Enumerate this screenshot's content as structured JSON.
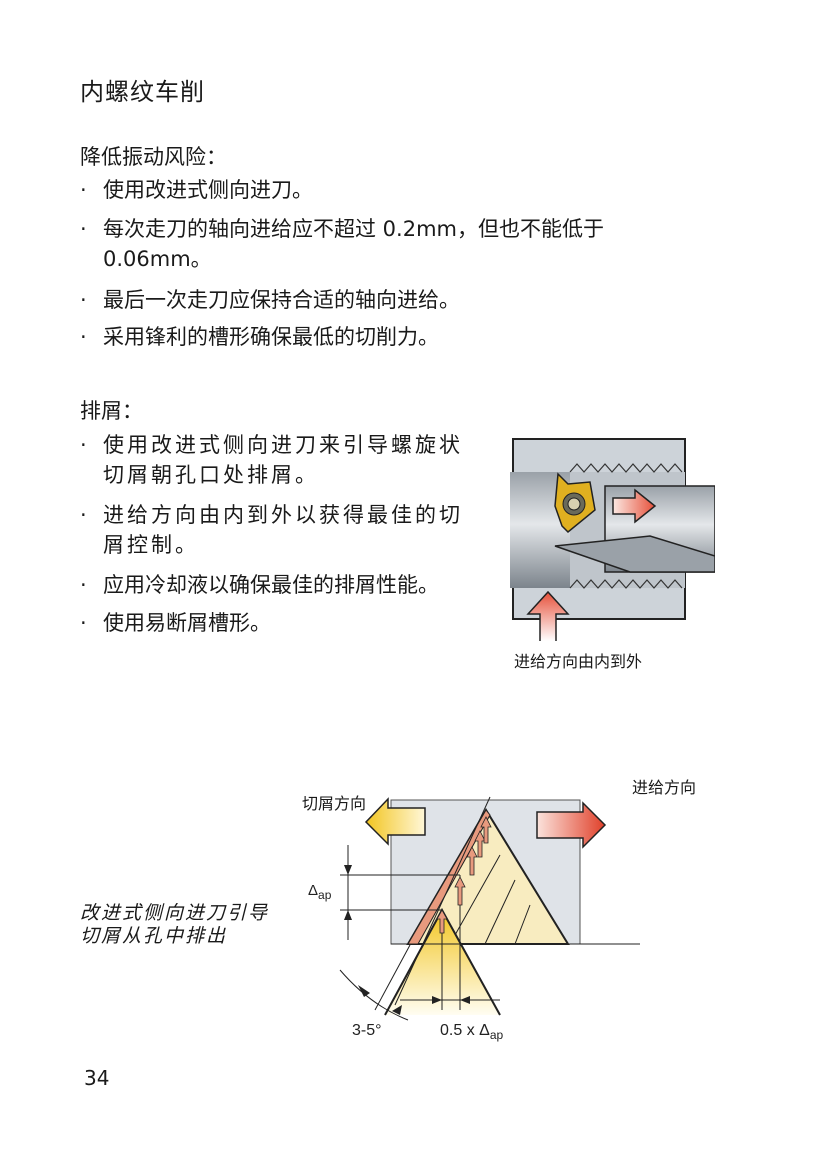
{
  "page": {
    "title": "内螺纹车削",
    "page_number": "34"
  },
  "section_vibration": {
    "heading": "降低振动风险：",
    "bullets": [
      {
        "line1": "使用改进式侧向进刀。",
        "line2": ""
      },
      {
        "line1": "每次走刀的轴向进给应不超过 0.2mm，但也不能低于",
        "line2": "0.06mm。"
      },
      {
        "line1": "最后一次走刀应保持合适的轴向进给。",
        "line2": ""
      },
      {
        "line1": "采用锋利的槽形确保最低的切削力。",
        "line2": ""
      }
    ]
  },
  "section_chips": {
    "heading": "排屑：",
    "bullets": [
      {
        "line1": "使用改进式侧向进刀来引导螺旋状",
        "line2": "切屑朝孔口处排屑。"
      },
      {
        "line1": "进给方向由内到外以获得最佳的切",
        "line2": "屑控制。"
      },
      {
        "line1": "应用冷却液以确保最佳的排屑性能。",
        "line2": ""
      },
      {
        "line1": "使用易断屑槽形。",
        "line2": ""
      }
    ],
    "bullet_symbol": "·"
  },
  "figure_tool": {
    "caption": "进给方向由内到外",
    "icons": [
      "threading-insert-icon",
      "feed-arrow-right-icon",
      "feed-arrow-up-icon"
    ],
    "colors": {
      "workpiece": "#c9d0d8",
      "insert": "#e0b020",
      "arrow": "#e8604a",
      "bar": "#8f979f"
    }
  },
  "figure_infeed": {
    "chip_direction_label": "切屑方向",
    "feed_direction_label": "进给方向",
    "side_caption_line1": "改进式侧向进刀引导",
    "side_caption_line2": "切屑从孔中排出",
    "delta_symbol": "Δ",
    "delta_sub": "ap",
    "angle_label": "3-5°",
    "offset_label_prefix": "0.5 x ",
    "colors": {
      "chip_arrow": "#f2c520",
      "feed_arrow": "#e0402a",
      "background": "#dfe3e8",
      "chip_layer": "#e89a7e"
    }
  }
}
